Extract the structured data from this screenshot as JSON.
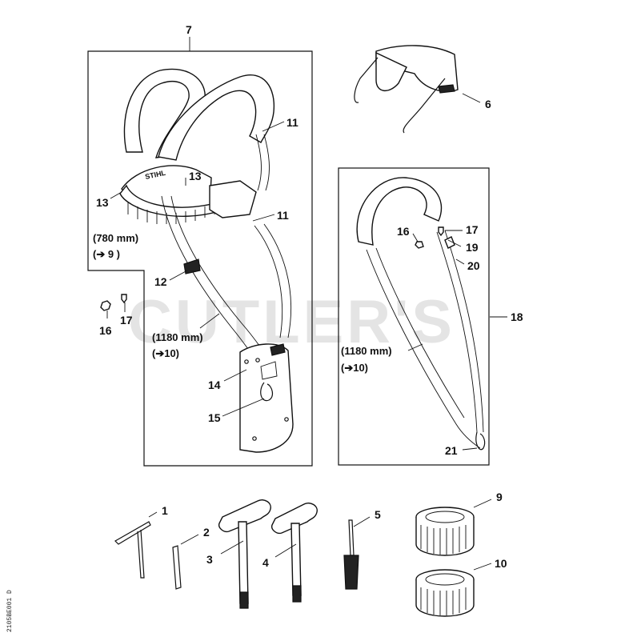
{
  "watermark": "CUTLER'S",
  "side_code": "2105BE001 D",
  "brand": "STIHL",
  "labels": {
    "l1": "1",
    "l2": "2",
    "l3": "3",
    "l4": "4",
    "l5": "5",
    "l6": "6",
    "l7": "7",
    "l9": "9",
    "l10": "10",
    "l11a": "11",
    "l11b": "11",
    "l12": "12",
    "l13a": "13",
    "l13b": "13",
    "l14": "14",
    "l15": "15",
    "l16a": "16",
    "l16b": "16",
    "l17a": "17",
    "l17b": "17",
    "l18": "18",
    "l19": "19",
    "l20": "20",
    "l21": "21"
  },
  "measurements": {
    "harness_waist": "(780 mm)",
    "harness_waist_ref": "(➔ 9 )",
    "harness_strap": "(1180 mm)",
    "harness_strap_ref": "(➔10)",
    "shoulder_strap": "(1180 mm)",
    "shoulder_strap_ref": "(➔10)"
  },
  "colors": {
    "ink": "#111111",
    "watermark": "#cfcfcf"
  }
}
